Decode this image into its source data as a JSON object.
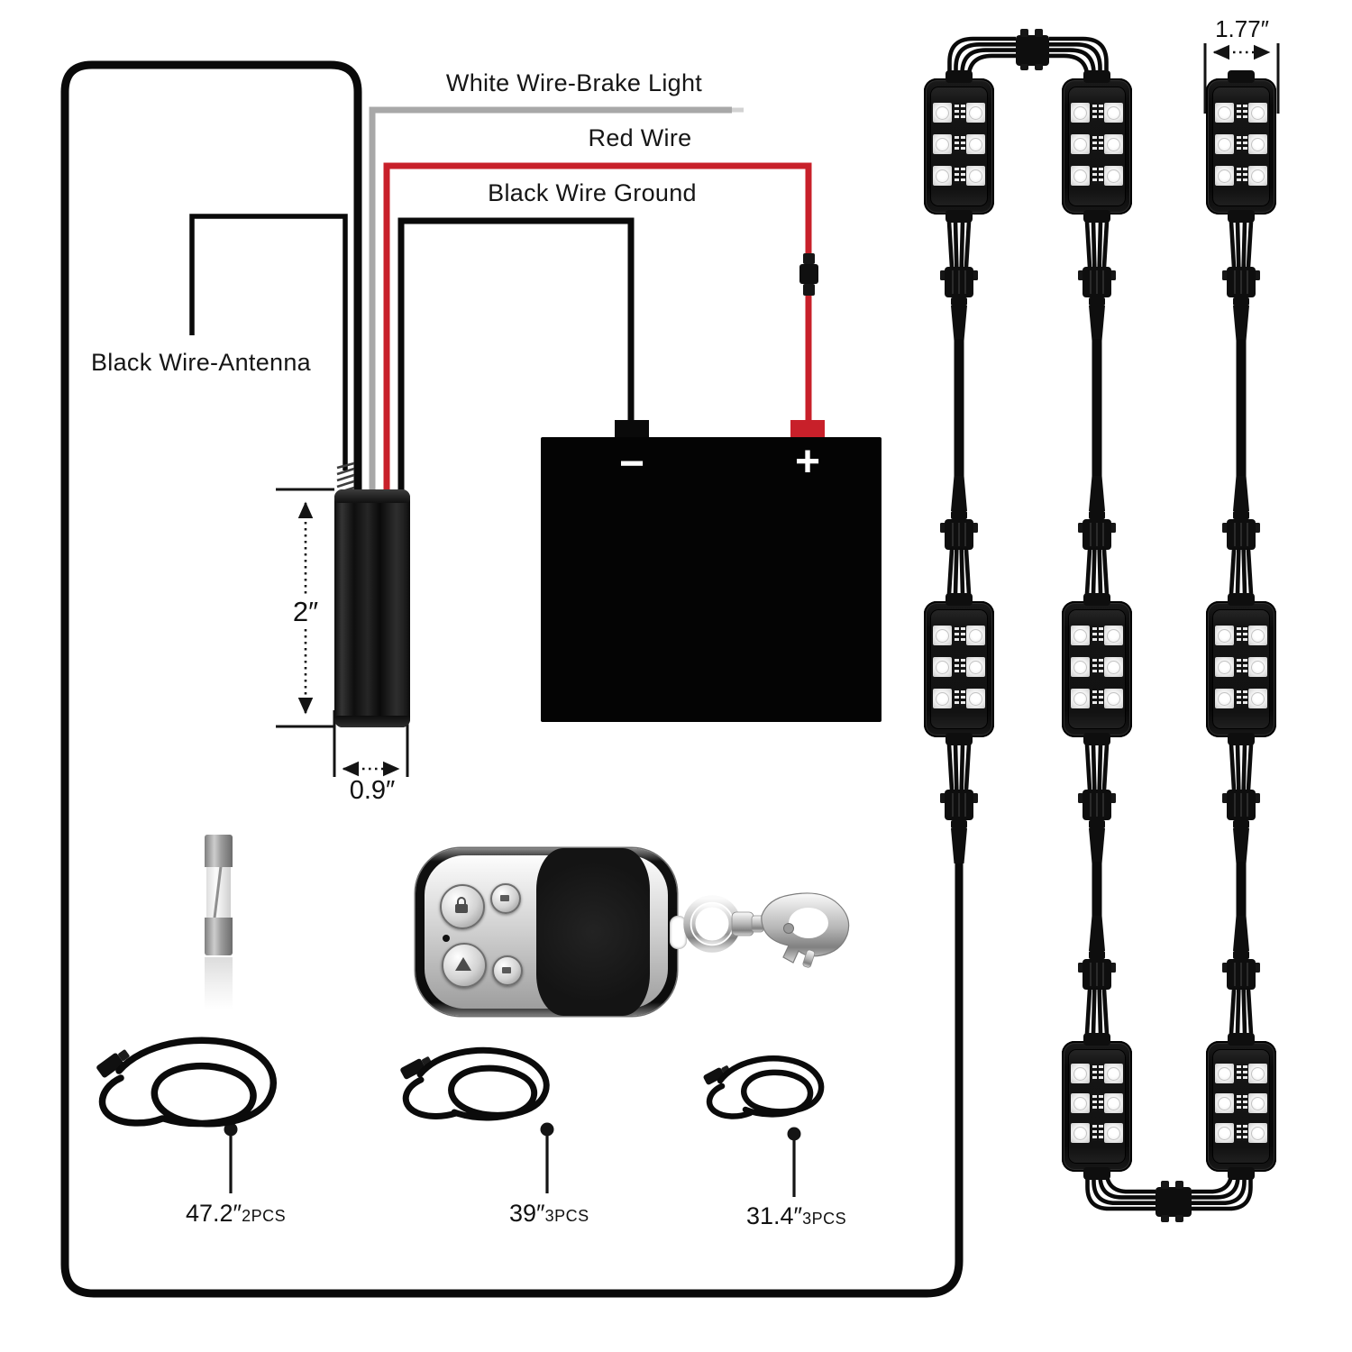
{
  "wire_labels": {
    "brake_light": "White Wire-Brake Light",
    "red_wire": "Red Wire",
    "ground": "Black Wire Ground",
    "antenna": "Black Wire-Antenna"
  },
  "dimensions": {
    "controller_height": "2″",
    "controller_width": "0.9″",
    "pod_width": "1.77″"
  },
  "battery": {
    "negative_symbol": "−",
    "positive_symbol": "+"
  },
  "cable_specs": [
    {
      "length": "47.2″",
      "quantity": "2PCS"
    },
    {
      "length": "39″",
      "quantity": "3PCS"
    },
    {
      "length": "31.4″",
      "quantity": "3PCS"
    }
  ],
  "colors": {
    "red_wire": "#c8202a",
    "gray_wire": "#a8a8a8",
    "wire_black": "#0a0a0a",
    "background": "#ffffff"
  }
}
